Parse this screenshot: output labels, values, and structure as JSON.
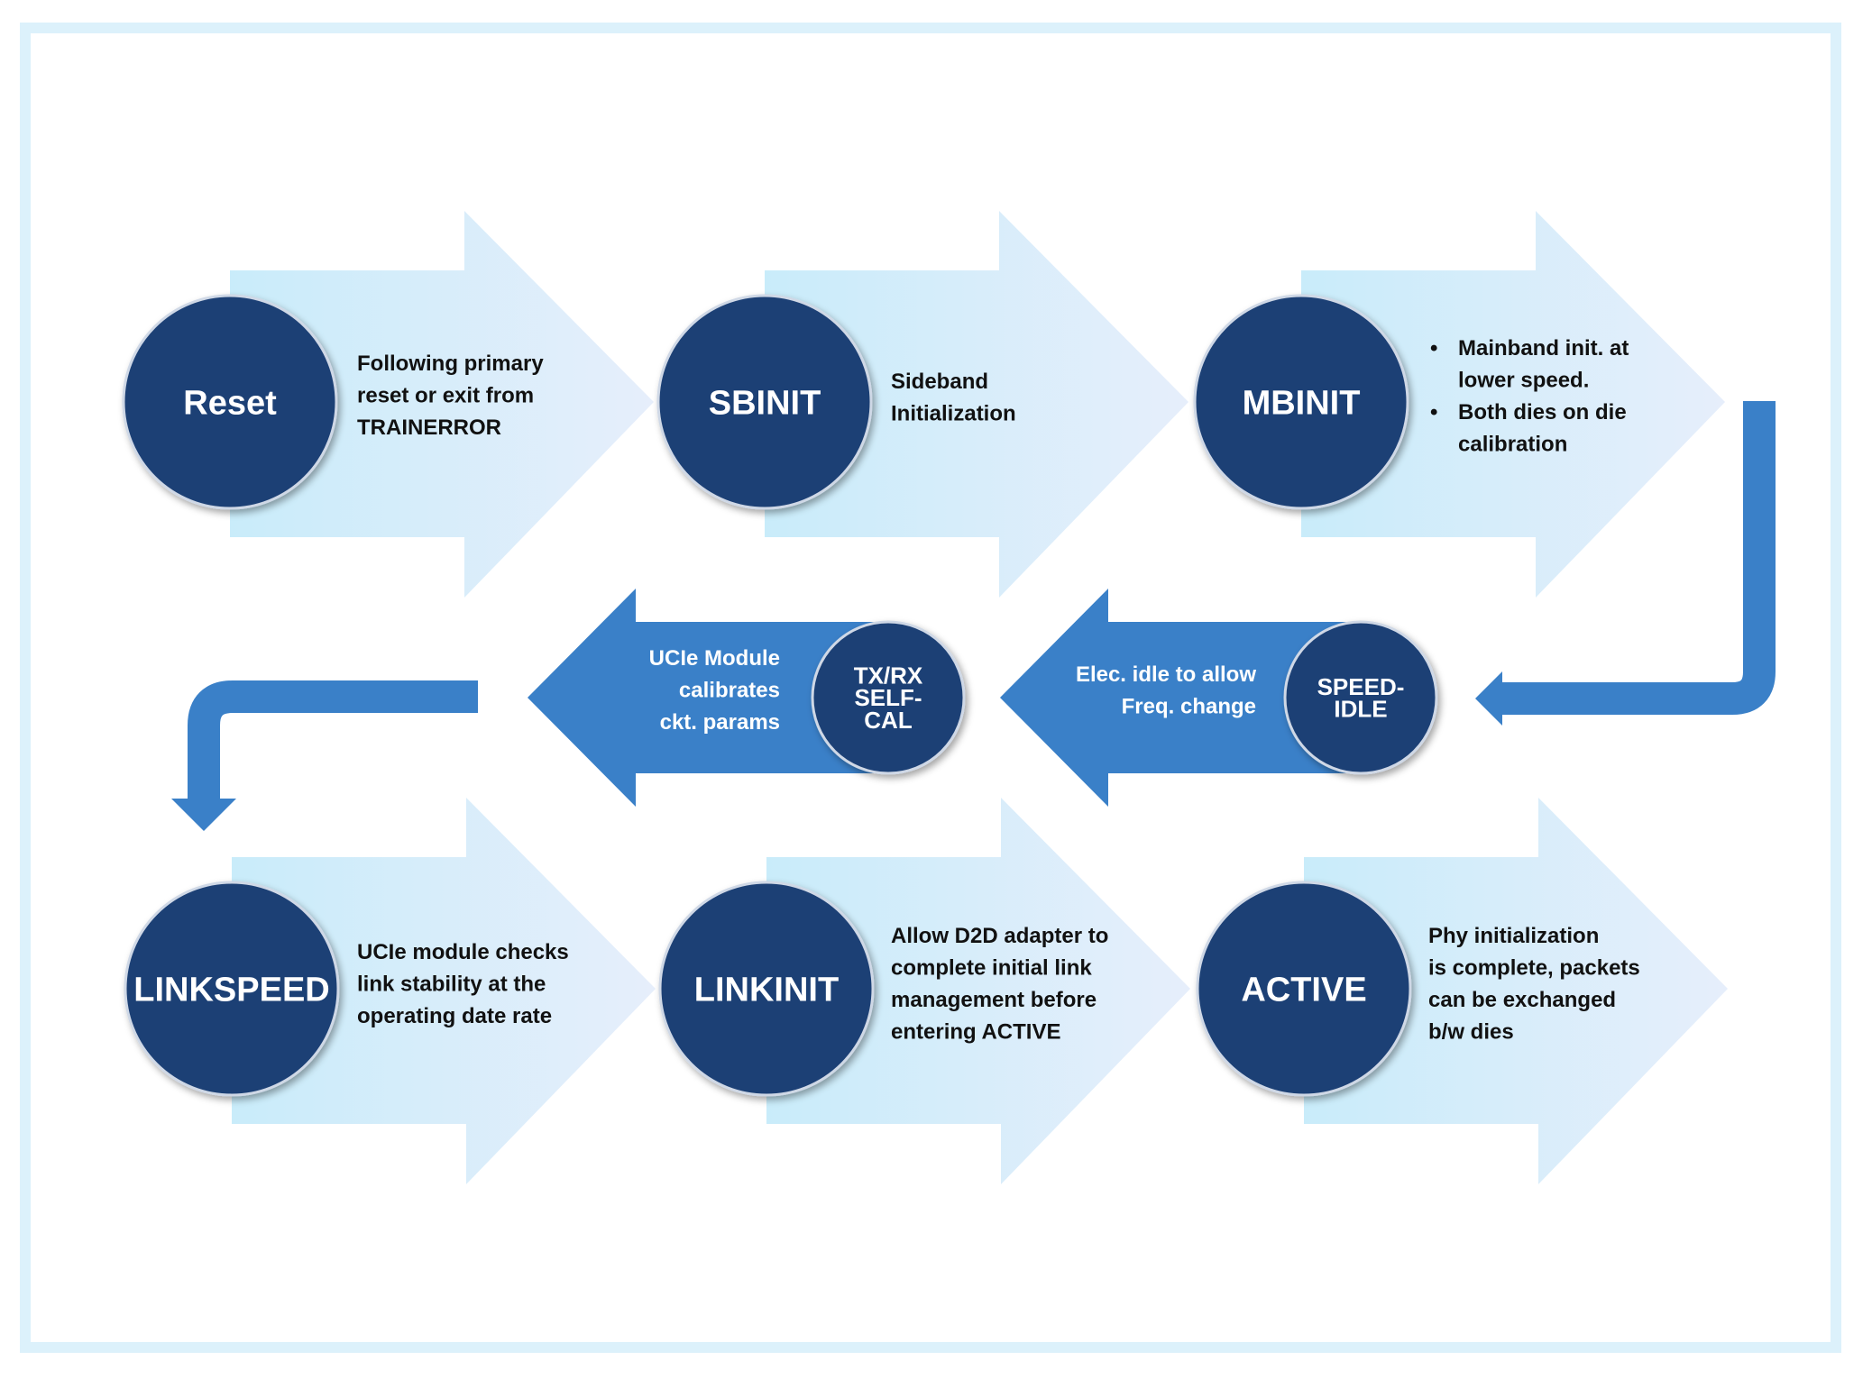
{
  "colors": {
    "circle_fill": "#1c3f74",
    "circle_stroke": "#cfd8e6",
    "arrow_light_start": "#c9ecfa",
    "arrow_light_end": "#e6eefb",
    "arrow_blue": "#3a80c8",
    "connector_blue": "#3a80c8",
    "frame_border": "#dcf1fb"
  },
  "steps": [
    {
      "id": "reset",
      "label": [
        "Reset"
      ],
      "description": [
        "Following primary",
        "reset or exit from",
        "TRAINERROR"
      ],
      "bullets": false
    },
    {
      "id": "sbinit",
      "label": [
        "SBINIT"
      ],
      "description": [
        "Sideband",
        "Initialization"
      ],
      "bullets": false
    },
    {
      "id": "mbinit",
      "label": [
        "MBINIT"
      ],
      "description": [
        "Mainband init. at",
        "lower speed.",
        "Both dies on die",
        "calibration"
      ],
      "bullets": true,
      "bullet_lines": [
        0,
        2
      ]
    },
    {
      "id": "speedidle",
      "label": [
        "SPEED-",
        "IDLE"
      ],
      "description": [
        "Elec. idle to allow",
        "Freq. change"
      ],
      "bullets": false
    },
    {
      "id": "txrxselfcal",
      "label": [
        "TX/RX",
        "SELF-",
        "CAL"
      ],
      "description": [
        "UCIe Module",
        "calibrates",
        "ckt. params"
      ],
      "bullets": false
    },
    {
      "id": "linkspeed",
      "label": [
        "LINKSPEED"
      ],
      "description": [
        "UCIe module checks",
        "link stability at the",
        "operating date rate"
      ],
      "bullets": false
    },
    {
      "id": "linkinit",
      "label": [
        "LINKINIT"
      ],
      "description": [
        "Allow D2D adapter to",
        "complete initial link",
        "management before",
        "entering ACTIVE"
      ],
      "bullets": false
    },
    {
      "id": "active",
      "label": [
        "ACTIVE"
      ],
      "description": [
        "Phy initialization",
        "is complete, packets",
        "can be exchanged",
        "b/w dies"
      ],
      "bullets": false
    }
  ]
}
